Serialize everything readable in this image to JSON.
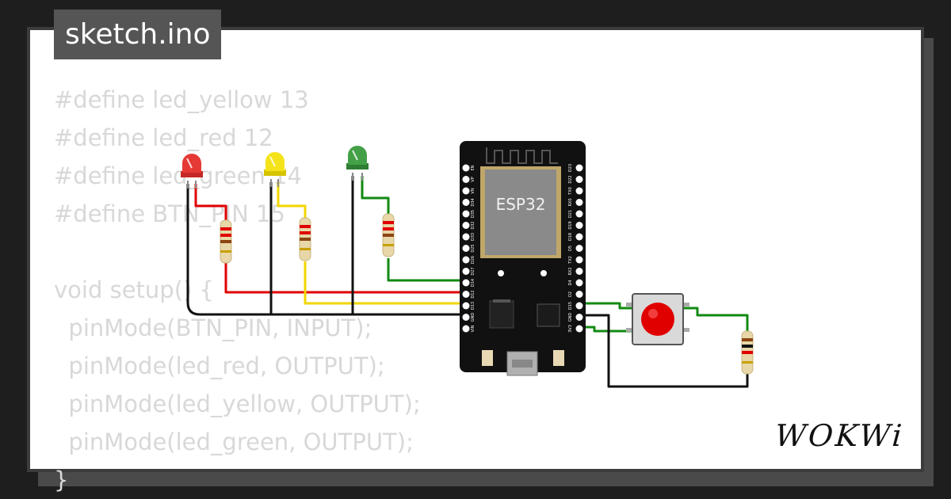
{
  "file": {
    "name": "sketch.ino"
  },
  "code_lines": [
    "#define led_yellow 13",
    "#define led_red 12",
    "#define led_green 14",
    "#define BTN_PIN 15",
    "",
    "void setup() {",
    "  pinMode(BTN_PIN, INPUT);",
    "  pinMode(led_red, OUTPUT);",
    "  pinMode(led_yellow, OUTPUT);",
    "  pinMode(led_green, OUTPUT);",
    "}"
  ],
  "board": {
    "chip_label": "ESP32",
    "left_pins": [
      "EN",
      "VP",
      "VN",
      "D34",
      "D35",
      "D32",
      "D33",
      "D25",
      "D26",
      "D27",
      "D14",
      "D12",
      "D13",
      "GND",
      "VIN"
    ],
    "right_pins": [
      "D23",
      "D22",
      "TX0",
      "RX0",
      "D21",
      "D19",
      "D18",
      "D5",
      "TX2",
      "RX2",
      "D4",
      "D2",
      "D15",
      "GND",
      "3V3"
    ]
  },
  "components": {
    "leds": [
      {
        "name": "led-red",
        "color": "#e53935"
      },
      {
        "name": "led-yellow",
        "color": "#f5e31a"
      },
      {
        "name": "led-green",
        "color": "#43a047"
      }
    ],
    "button_color": "#e00000"
  },
  "wire_colors": {
    "red": "#e00000",
    "yellow": "#f2d600",
    "green": "#118a11",
    "black": "#111111"
  },
  "brand": {
    "logo": "WOKWi"
  }
}
